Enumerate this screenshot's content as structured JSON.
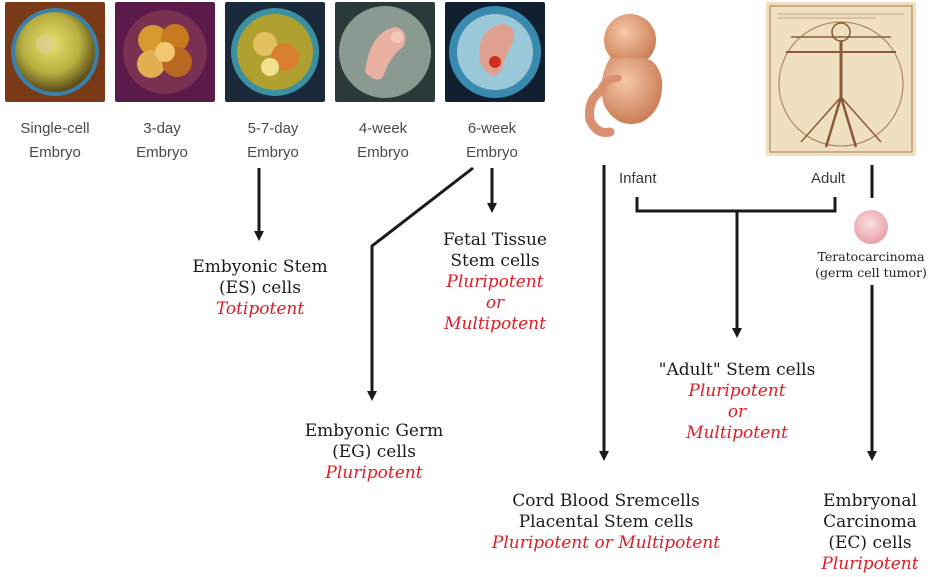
{
  "stages": [
    {
      "line1": "Single-cell",
      "line2": "Embryo"
    },
    {
      "line1": "3-day",
      "line2": "Embryo"
    },
    {
      "line1": "5-7-day",
      "line2": "Embryo"
    },
    {
      "line1": "4-week",
      "line2": "Embryo"
    },
    {
      "line1": "6-week",
      "line2": "Embryo"
    }
  ],
  "infant_label": "Infant",
  "adult_label": "Adult",
  "teratocarcinoma": {
    "line1": "Teratocarcinoma",
    "line2": "(germ cell tumor)"
  },
  "nodes": {
    "es": {
      "line1": "Embyonic Stem",
      "line2": "(ES) cells",
      "potency": "Totipotent"
    },
    "fetal": {
      "line1": "Fetal Tissue",
      "line2": "Stem cells",
      "potency1": "Pluripotent",
      "potency2": "or",
      "potency3": "Multipotent"
    },
    "eg": {
      "line1": "Embyonic Germ",
      "line2": "(EG) cells",
      "potency": "Pluripotent"
    },
    "adult": {
      "line1": "\"Adult\" Stem cells",
      "potency1": "Pluripotent",
      "potency2": "or",
      "potency3": "Multipotent"
    },
    "cord": {
      "line1": "Cord Blood Sremcells",
      "line2": "Placental Stem cells",
      "potency": "Pluripotent or Multipotent"
    },
    "ec": {
      "line1": "Embryonal",
      "line2": "Carcinoma",
      "line3": "(EC) cells",
      "potency": "Pluripotent"
    }
  },
  "colors": {
    "potency": "#e01b24",
    "text": "#1a1a1a",
    "arrow": "#1a1a1a"
  }
}
